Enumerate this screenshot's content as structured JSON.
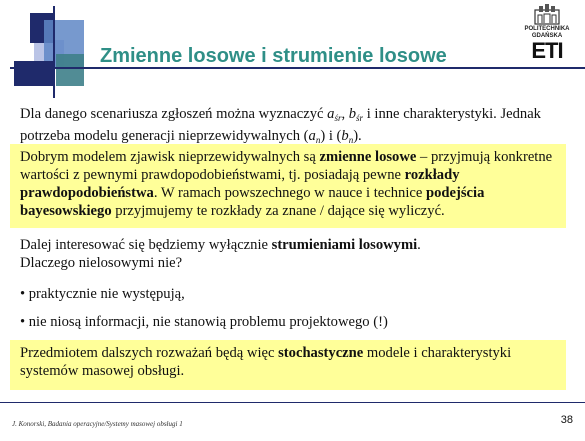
{
  "slide": {
    "title": "Zmienne losowe i strumienie losowe",
    "logo": {
      "line1": "POLITECHNIKA",
      "line2": "GDAŃSKA",
      "mark": "ETI"
    },
    "p1": {
      "t1": "Dla danego scenariusza zgłoszeń można wyznaczyć ",
      "a": "a",
      "a_sub": "śr",
      "t2": ", ",
      "b": "b",
      "b_sub": "śr",
      "t3": " i inne charakterystyki. Jednak potrzeba modelu generacji nieprzewidywalnych (",
      "an": "a",
      "an_sub": "n",
      "t4": ") i (",
      "bn": "b",
      "bn_sub": "n",
      "t5": ")."
    },
    "p2": {
      "t1": "Dobrym modelem zjawisk nieprzewidywalnych są ",
      "b1": "zmienne losowe",
      "t2": " – przyjmują konkretne wartości z pewnymi prawdopodobieństwami, tj. posiadają pewne ",
      "b2": "rozkłady prawdopodobieństwa",
      "t3": ". W ramach powszechnego w nauce i technice ",
      "b3": "podejścia bayesowskiego",
      "t4": " przyjmujemy te rozkłady za znane / dające się wyliczyć."
    },
    "p3": {
      "t1": "Dalej interesować się będziemy wyłącznie ",
      "b1": "strumieniami losowymi",
      "t2": ".",
      "line2": "Dlaczego nielosowymi nie?"
    },
    "bullet1": "• praktycznie nie występują,",
    "bullet2": "• nie niosą informacji, nie stanowią problemu projektowego (!)",
    "p6": {
      "t1": "Przedmiotem dalszych rozważań będą więc ",
      "b1": "stochastyczne",
      "t2": " modele i charakterystyki systemów masowej obsługi."
    },
    "footer": "J. Konorski, Badania operacyjne/Systemy masowej obsługi 1",
    "page": "38"
  }
}
